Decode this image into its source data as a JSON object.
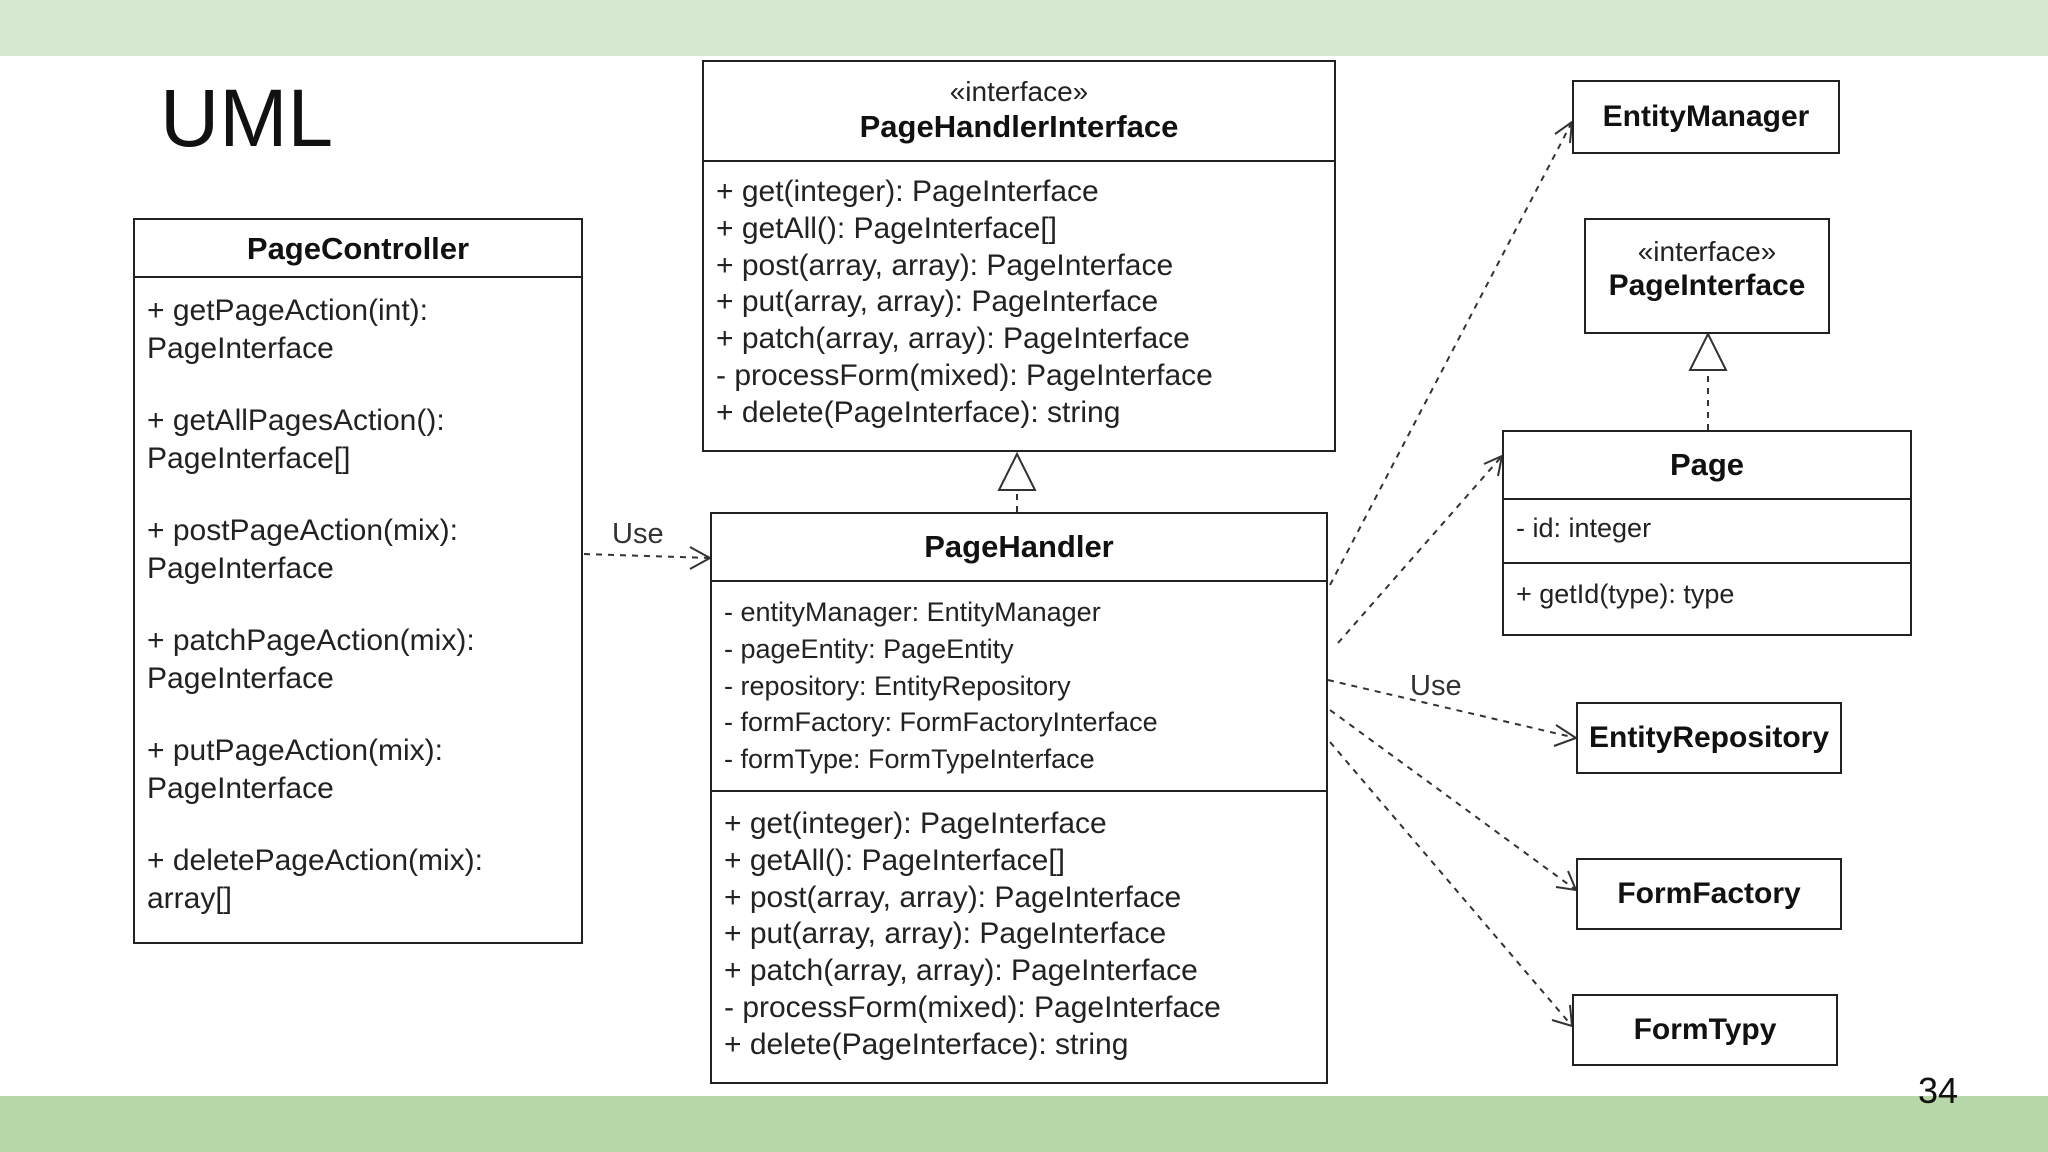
{
  "slide": {
    "title": "UML",
    "page_number": "34"
  },
  "labels": {
    "use_left": "Use",
    "use_right": "Use"
  },
  "page_handler_interface": {
    "stereotype": "«interface»",
    "name": "PageHandlerInterface",
    "methods": [
      "+ get(integer): PageInterface",
      "+ getAll(): PageInterface[]",
      "+ post(array, array): PageInterface",
      "+ put(array, array): PageInterface",
      "+ patch(array, array): PageInterface",
      "- processForm(mixed): PageInterface",
      "+ delete(PageInterface): string"
    ]
  },
  "page_controller": {
    "name": "PageController",
    "methods": [
      [
        "+ getPageAction(int):",
        "PageInterface"
      ],
      [
        "+ getAllPagesAction():",
        "PageInterface[]"
      ],
      [
        "+ postPageAction(mix):",
        "PageInterface"
      ],
      [
        "+ patchPageAction(mix):",
        "PageInterface"
      ],
      [
        "+ putPageAction(mix):",
        "PageInterface"
      ],
      [
        "+ deletePageAction(mix):",
        "array[]"
      ]
    ]
  },
  "page_handler": {
    "name": "PageHandler",
    "attributes": [
      "- entityManager: EntityManager",
      "- pageEntity: PageEntity",
      "- repository: EntityRepository",
      "- formFactory: FormFactoryInterface",
      "- formType: FormTypeInterface"
    ],
    "methods": [
      "+ get(integer): PageInterface",
      "+ getAll(): PageInterface[]",
      "+ post(array, array): PageInterface",
      "+ put(array, array): PageInterface",
      "+ patch(array, array): PageInterface",
      "- processForm(mixed): PageInterface",
      "+ delete(PageInterface): string"
    ]
  },
  "entity_manager": {
    "name": "EntityManager"
  },
  "page_interface": {
    "stereotype": "«interface»",
    "name": "PageInterface"
  },
  "page": {
    "name": "Page",
    "attributes": [
      "- id: integer"
    ],
    "methods": [
      "+ getId(type): type"
    ]
  },
  "entity_repository": {
    "name": "EntityRepository"
  },
  "form_factory": {
    "name": "FormFactory"
  },
  "form_typy": {
    "name": "FormTypy"
  }
}
